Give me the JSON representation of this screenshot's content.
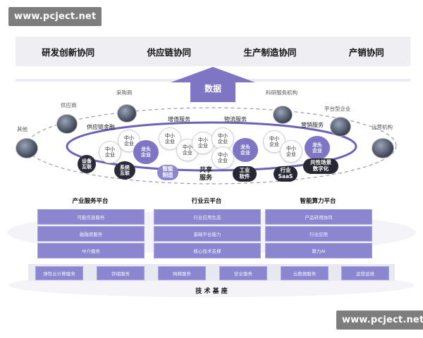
{
  "watermark": "www.pcject.net",
  "top_band": [
    "研发创新协同",
    "供应链协同",
    "生产制造协同",
    "产销协同"
  ],
  "arrow_label": "数据",
  "outer_labels": {
    "caigoushang": "采购商",
    "gongyingshang": "供应商",
    "qita": "其他",
    "keyan": "科研服务机构",
    "pingtai": "平台型企业",
    "yunying": "运营机构"
  },
  "ring_labels": {
    "gylj": "供应链金融",
    "zzfw": "增值服务",
    "wlfw": "物流服务",
    "yxfw": "营销服务",
    "shared": "共享\n服务"
  },
  "nodes": {
    "shebei": "设备\n互联",
    "xitong": "系统\n互联",
    "zhineng": "智能\n制造",
    "gongye": "工业\n软件",
    "hangye": "行业\nSaaS",
    "gongxing": "共性场景\n数字化",
    "longtou": "龙头\n企业",
    "zhongxiao": "中小\n企业"
  },
  "platforms": [
    {
      "title": "产业服务平台",
      "items": [
        "可能信息服务",
        "融融资服务",
        "中介服务"
      ]
    },
    {
      "title": "行业云平台",
      "items": [
        "行业应用生态",
        "基础平台能力",
        "核心技术支撑"
      ]
    },
    {
      "title": "智能算力平台",
      "items": [
        "产品研用协同",
        "行业应用",
        "算力AI"
      ]
    }
  ],
  "base_items": [
    "弹性云计算服务",
    "存储服务",
    "网络服务",
    "安全服务",
    "云数据服务",
    "运营运维"
  ],
  "base_title": "技 术 基 座"
}
